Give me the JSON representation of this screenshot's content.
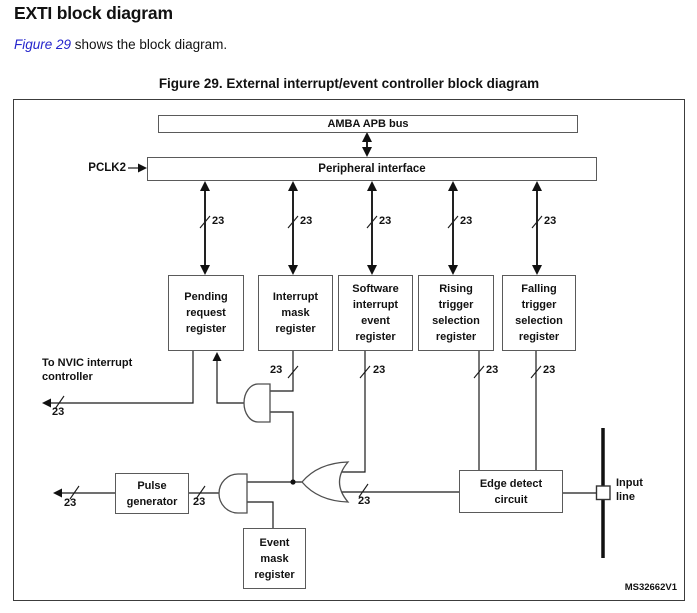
{
  "page": {
    "heading": "EXTI block diagram",
    "intro": {
      "link_text": "Figure 29",
      "after_link": " shows the block diagram."
    },
    "figure_caption": "Figure 29. External interrupt/event controller block diagram",
    "watermark": "MS32662V1",
    "link_color": "#2525cc"
  },
  "diagram": {
    "bus_width": "23",
    "clock_label": "PCLK2",
    "nvic_label": "To NVIC interrupt\ncontroller",
    "input_line_label": "Input\nline",
    "amba_bus": "AMBA APB bus",
    "peripheral_interface": "Peripheral interface",
    "registers": [
      "Pending\nrequest\nregister",
      "Interrupt\nmask\nregister",
      "Software\ninterrupt\nevent\nregister",
      "Rising\ntrigger\nselection\nregister",
      "Falling\ntrigger\nselection\nregister"
    ],
    "blocks": {
      "pulse_generator": "Pulse\ngenerator",
      "event_mask_register": "Event\nmask\nregister",
      "edge_detect_circuit": "Edge detect\ncircuit"
    },
    "gates": [
      "and-gate",
      "and-gate",
      "or-gate"
    ]
  }
}
